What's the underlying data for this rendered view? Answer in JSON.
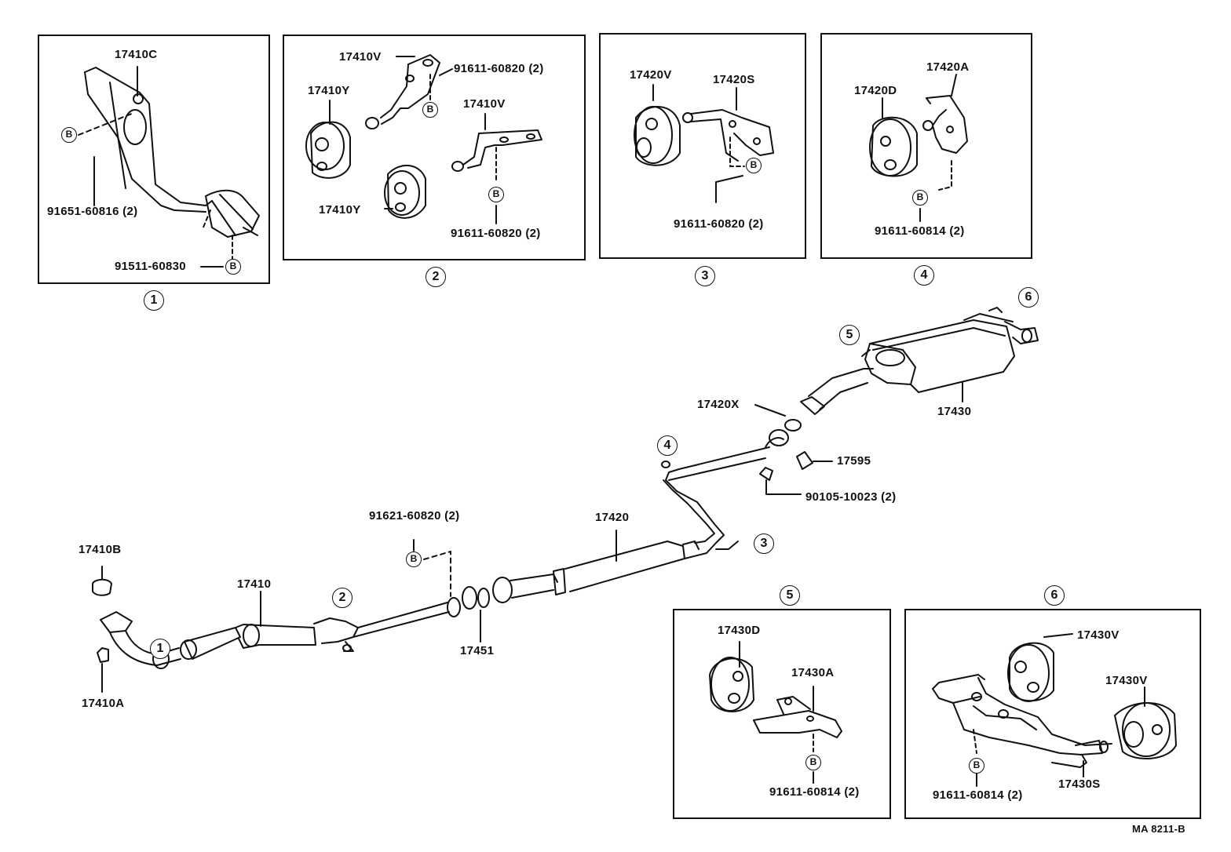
{
  "diagram_ref": "MA 8211-B",
  "fastener_symbol": "B",
  "callouts": {
    "c1": "1",
    "c2": "2",
    "c3": "3",
    "c4": "4",
    "c5": "5",
    "c6": "6"
  },
  "panel1": {
    "bracket": "17410C",
    "bolt_upper": "91651-60816 (2)",
    "bolt_lower": "91511-60830"
  },
  "panel2": {
    "bracket_upper": "17410V",
    "bolt_upper": "91611-60820 (2)",
    "cushion_upper": "17410Y",
    "bracket_lower": "17410V",
    "cushion_lower": "17410Y",
    "bolt_lower": "91611-60820 (2)"
  },
  "panel3": {
    "cushion": "17420V",
    "bracket": "17420S",
    "bolt": "91611-60820 (2)"
  },
  "panel4": {
    "cushion": "17420D",
    "bracket": "17420A",
    "bolt": "91611-60814 (2)"
  },
  "panel5": {
    "cushion": "17430D",
    "bracket": "17430A",
    "bolt": "91611-60814 (2)"
  },
  "panel6": {
    "cushion_upper": "17430V",
    "cushion_right": "17430V",
    "bracket": "17430S",
    "bolt": "91611-60814 (2)"
  },
  "main": {
    "gasket_17410B": "17410B",
    "nut_17410A": "17410A",
    "front_pipe": "17410",
    "bolt_joint": "91621-60820 (2)",
    "gasket_17451": "17451",
    "center_pipe": "17420",
    "gasket_17420X": "17420X",
    "tail_pipe": "17430",
    "spring_17595": "17595",
    "bolt_90105": "90105-10023 (2)"
  }
}
